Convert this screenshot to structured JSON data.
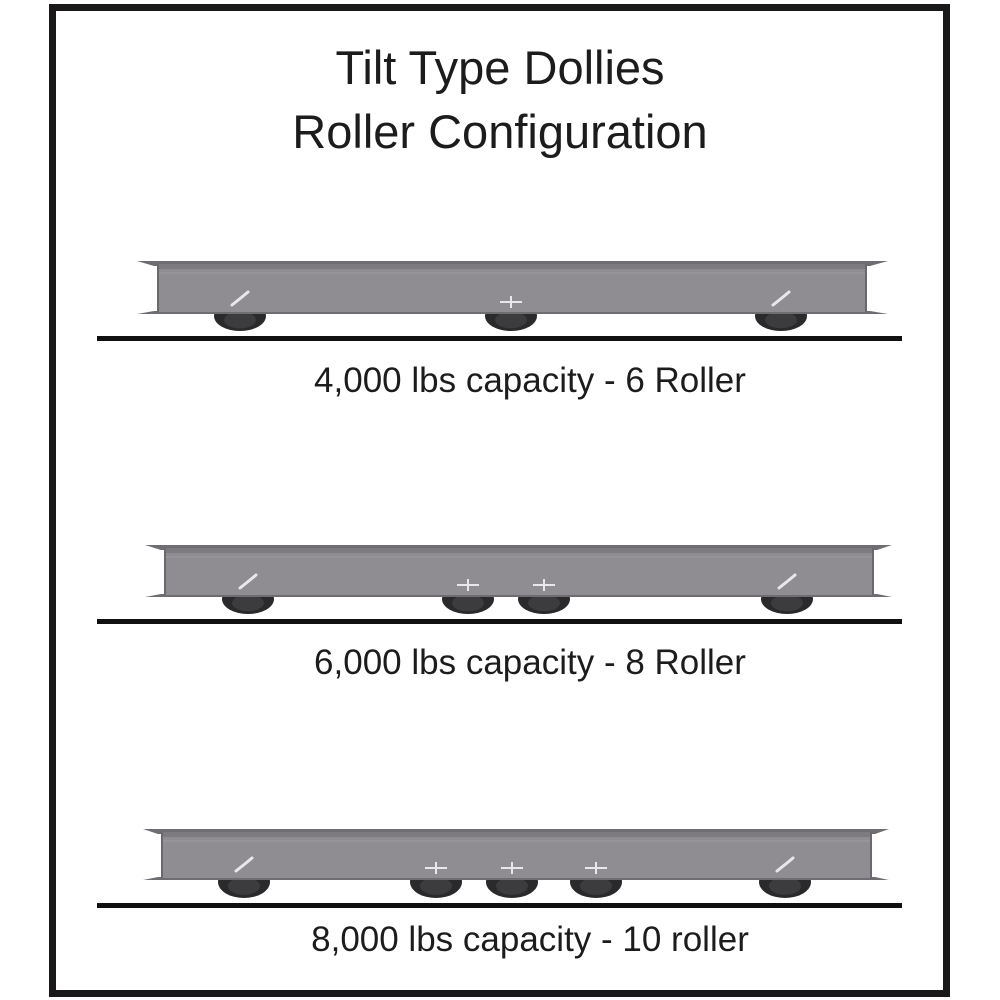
{
  "title": {
    "line1": "Tilt Type Dollies",
    "line2": "Roller Configuration"
  },
  "colors": {
    "frame": "#1a1818",
    "beam": "#8f8d92",
    "beam_dark": "#6f6d72",
    "roller": "#2a2a2c",
    "ground": "#111111",
    "text": "#1c1c1c"
  },
  "dollies": [
    {
      "caption": "4,000 lbs capacity - 6 Roller",
      "capacity_lbs": 4000,
      "rollers": 6,
      "visible_roller_x": [
        240,
        511,
        781
      ]
    },
    {
      "caption": "6,000 lbs capacity - 8 Roller",
      "capacity_lbs": 6000,
      "rollers": 8,
      "visible_roller_x": [
        248,
        468,
        544,
        787
      ]
    },
    {
      "caption": "8,000 lbs capacity - 10 roller",
      "capacity_lbs": 8000,
      "rollers": 10,
      "visible_roller_x": [
        244,
        436,
        512,
        596,
        785
      ]
    }
  ]
}
